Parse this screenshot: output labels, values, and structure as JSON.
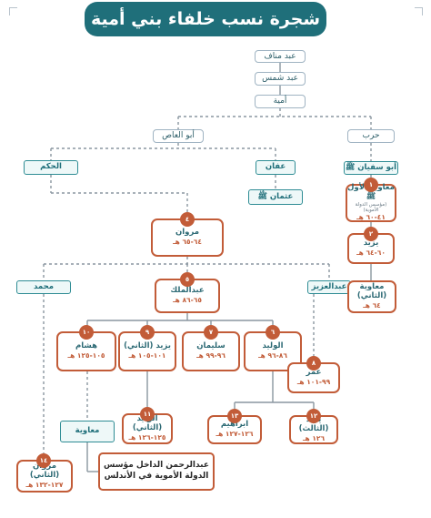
{
  "title": "شجرة نسب خلفاء بني أمية",
  "ancestors": {
    "abd_manaf": "عبد مناف",
    "abd_shams": "عبد شمس",
    "umayya": "أمية"
  },
  "branches": {
    "harb": "حرب",
    "abu_al_as": "أبو العاص",
    "al_hakam": "الحكم",
    "affan": "عفان",
    "uthman": "عثمان ﷺ",
    "abu_sufyan": "أبو سفيان ﷺ",
    "muhammad": "محمد",
    "abd_al_aziz": "عبدالعزيز",
    "muawiya": "معاوية"
  },
  "caliphs": [
    {
      "num": "١",
      "name": "معاوية الأول ﷺ",
      "sub": "(مؤسس الدولة الأموية)",
      "years": "٤١-٦٠ هـ"
    },
    {
      "num": "٢",
      "name": "يزيد",
      "years": "٦٠-٦٤ هـ"
    },
    {
      "num": "٣",
      "name": "معاوية (الثاني)",
      "years": "٦٤ هـ"
    },
    {
      "num": "٤",
      "name": "مروان",
      "years": "٦٤-٦٥ هـ"
    },
    {
      "num": "٥",
      "name": "عبدالملك",
      "years": "٦٥-٨٦ هـ"
    },
    {
      "num": "٦",
      "name": "الوليد",
      "years": "٨٦-٩٦ هـ"
    },
    {
      "num": "٧",
      "name": "سليمان",
      "years": "٩٦-٩٩ هـ"
    },
    {
      "num": "٨",
      "name": "عمر",
      "years": "٩٩-١٠١ هـ"
    },
    {
      "num": "٩",
      "name": "يزيد (الثاني)",
      "years": "١٠١-١٠٥ هـ"
    },
    {
      "num": "١٠",
      "name": "هشام",
      "years": "١٠٥-١٢٥ هـ"
    },
    {
      "num": "١١",
      "name": "الوليد (الثاني)",
      "years": "١٢٥-١٢٦ هـ"
    },
    {
      "num": "١٢",
      "name": "يزيد (الثالث)",
      "years": "١٢٦ هـ"
    },
    {
      "num": "١٣",
      "name": "ابراهيم",
      "years": "١٢٦-١٢٧ هـ"
    },
    {
      "num": "١٤",
      "name": "مروان (الثاني)",
      "years": "١٢٧-١٣٢ هـ"
    }
  ],
  "note": "عبدالرحمن الداخل مؤسس الدولة الأموية في الأندلس",
  "colors": {
    "teal": "#1f6f7a",
    "orange": "#c25c38",
    "line": "#8a96a0"
  }
}
